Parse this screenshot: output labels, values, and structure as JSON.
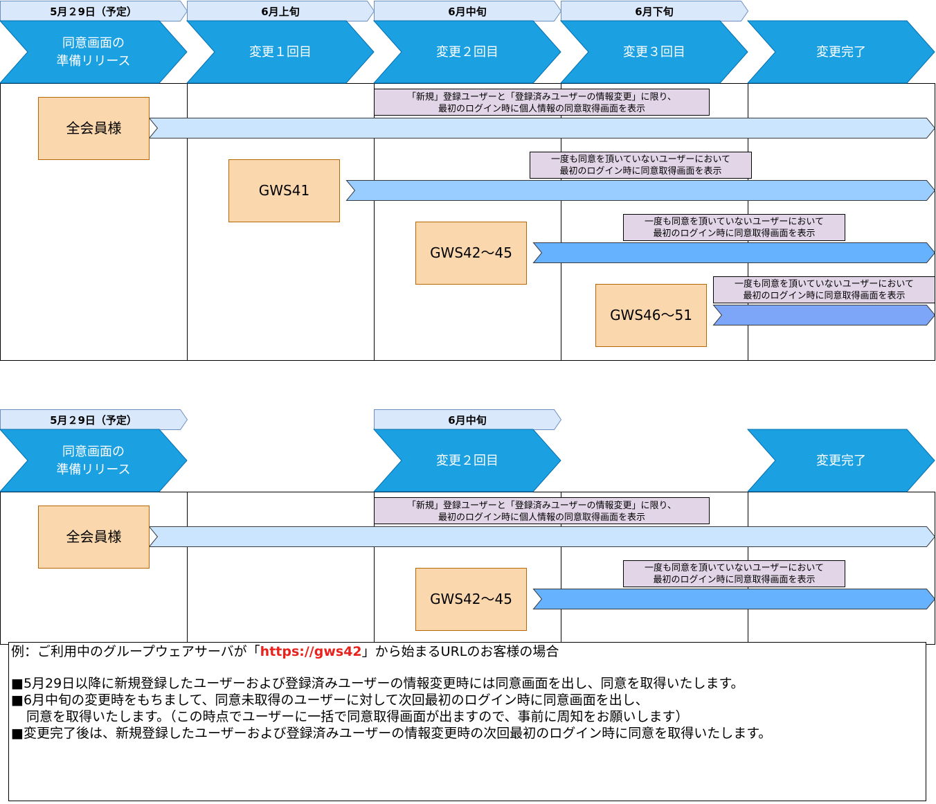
{
  "top": {
    "dates": [
      "5月２9日（予定）",
      "6月上旬",
      "6月中旬",
      "6月下旬"
    ],
    "stages": [
      [
        "同意画面の",
        "準備リリース"
      ],
      [
        "変更１回目"
      ],
      [
        "変更２回目"
      ],
      [
        "変更３回目"
      ],
      [
        "変更完了"
      ]
    ],
    "groups": [
      "全会員様",
      "GWS41",
      "GWS42～45",
      "GWS46～51"
    ],
    "notes": [
      [
        "「新規」登録ユーザーと「登録済みユーザーの情報変更」に限り、",
        "最初のログイン時に個人情報の同意取得画面を表示"
      ],
      [
        "一度も同意を頂いていないユーザーにおいて",
        "最初のログイン時に同意取得画面を表示"
      ],
      [
        "一度も同意を頂いていないユーザーにおいて",
        "最初のログイン時に同意取得画面を表示"
      ],
      [
        "一度も同意を頂いていないユーザーにおいて",
        "最初のログイン時に同意取得画面を表示"
      ]
    ]
  },
  "bottom": {
    "dates": [
      "5月２9日（予定）",
      "6月中旬"
    ],
    "stages": [
      [
        "同意画面の",
        "準備リリース"
      ],
      [
        "変更２回目"
      ],
      [
        "変更完了"
      ]
    ],
    "groups": [
      "全会員様",
      "GWS42～45"
    ],
    "notes": [
      [
        "「新規」登録ユーザーと「登録済みユーザーの情報変更」に限り、",
        "最初のログイン時に個人情報の同意取得画面を表示"
      ],
      [
        "一度も同意を頂いていないユーザーにおいて",
        "最初のログイン時に同意取得画面を表示"
      ]
    ]
  },
  "colors": {
    "chevron": "#1ba1e2",
    "date_tab": "#dae8fc",
    "group_box": "#fad7ac",
    "note_box": "#e1d5e7",
    "arrows": [
      "#cce5ff",
      "#99ccff",
      "#66b2ff",
      "#7ea6f8"
    ],
    "highlight": "#e8231d"
  },
  "example": {
    "prefix": "例：ご利用中のグループウェアサーバが「",
    "url": "https://gws42",
    "suffix": "」から始まるURLのお客様の場合",
    "lines": [
      "■5月29日以降に新規登録したユーザーおよび登録済みユーザーの情報変更時には同意画面を出し、同意を取得いたします。",
      "■6月中旬の変更時をもちまして、同意未取得のユーザーに対して次回最初のログイン時に同意画面を出し、",
      "同意を取得いたします。（この時点でユーザーに一括で同意取得画面が出ますので、事前に周知をお願いします）",
      "■変更完了後は、新規登録したユーザーおよび登録済みユーザーの情報変更時の次回最初のログイン時に同意を取得いたします。"
    ]
  }
}
